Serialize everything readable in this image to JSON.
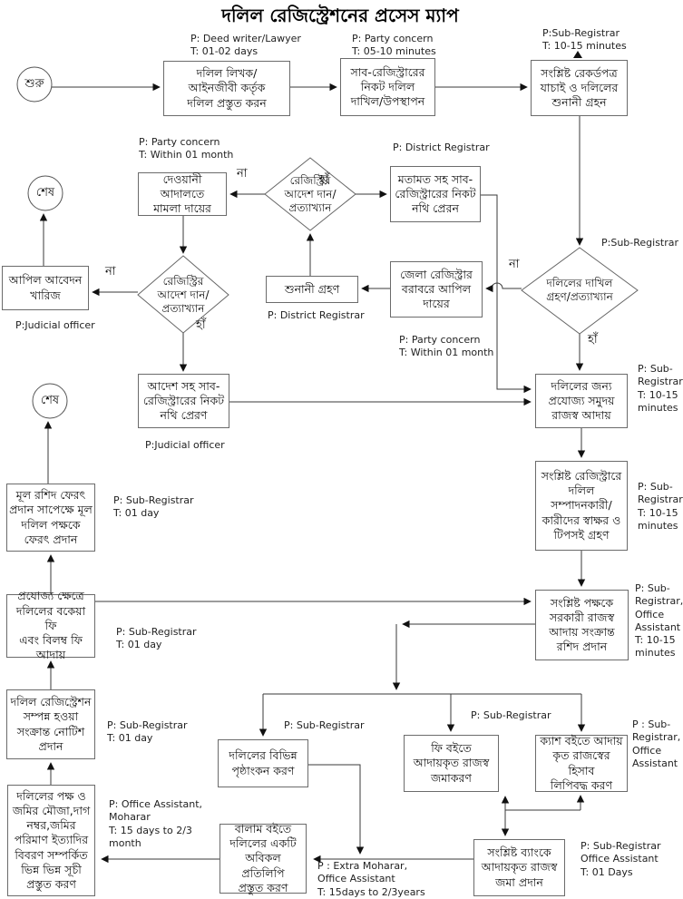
{
  "title": "দলিল রেজিস্ট্রেশনের প্রসেস ম্যাপ",
  "yes": "হাঁ",
  "no": "না",
  "terminals": {
    "start": "শুরু",
    "end": "শেষ"
  },
  "boxes": {
    "prepare": "দলিল লিখক/\nআইনজীবী কর্তৃক\nদলিল প্রস্তুত করন",
    "submit": "সাব-রেজিস্ট্রারের\nনিকট দলিল\nদাখিল/উপস্থাপন",
    "verify": "সংশ্লিষ্ট রেকর্ডপত্র\nযাচাই ও দলিলের\nশুনানী গ্রহন",
    "civil_court": "দেওয়ানী আদালতে\nমামলা দায়ের",
    "opinion_send": "মতামত সহ সাব-\nরেজিস্ট্রারের নিকট\nনথি প্রেরন",
    "appeal_reject": "আপিল আবেদন\nখারিজ",
    "hearing": "শুনানী গ্রহণ",
    "district_appeal": "জেলা রেজিস্ট্রার\nবরাবরে আপিল\nদায়ের",
    "order_send": "আদেশ সহ সাব-\nরেজিস্ট্রারের নিকট\nনথি প্রেরণ",
    "revenue_collect": "দলিলের জন্য\nপ্রযোজ্য সমুদয়\nরাজস্ব আদায়",
    "signature": "সংশ্লিষ্ট রেজিস্ট্রারে\nদলিল\nসম্পাদনকারী/\nকারীদের স্বাক্ষর ও\nটিপসই গ্রহণ",
    "return_deed": "মূল রশিদ ফেরৎ\nপ্রদান সাপেক্ষে মূল\nদলিল পক্ষকে\nফেরৎ প্রদান",
    "due_fee": "প্রযোজ্য ক্ষেত্রে\nদলিলের বকেয়া ফি\nএবং বিলম্ব ফি\nআদায়",
    "receipt": "সংশ্লিষ্ট পক্ষকে\nসরকারী রাজস্ব\nআদায় সংক্রান্ত\nরশিদ প্রদান",
    "notice": "দলিল রেজিস্ট্রেশন\nসম্পন্ন হওয়া\nসংক্রান্ত নোটিশ\nপ্রদান",
    "endorsement": "দলিলের বিভিন্ন\nপৃষ্ঠাংকন করণ",
    "fee_book": "ফি বইতে\nআদায়কৃত রাজস্ব\nজমাকরণ",
    "cash_book": "ক্যাশ বইতে আদায়\nকৃত রাজস্বের হিসাব\nলিপিবদ্ধ করণ",
    "index_prepare": "দলিলের পক্ষ ও\nজমির মৌজা,দাগ\nনম্বর,জমির\nপরিমাণ ইত্যাদির\nবিবরণ সম্পর্কিত\nভিন্ন ভিন্ন সূচী\nপ্রস্তুত করণ",
    "balam_copy": "বালাম বইতে\nদলিলের একটি\nঅবিকল প্রতিলিপি\nপ্রস্তুত করণ",
    "bank_deposit": "সংশ্লিষ্ট ব্যাংকে\nআদায়কৃত রাজস্ব\nজমা প্রদান"
  },
  "decisions": {
    "registry_order_1": "রেজিস্ট্রির\nআদেশ দান/\nপ্রত্যাখ্যান",
    "registry_order_2": "রেজিস্ট্রির\nআদেশ দান/\nপ্রত্যাখ্যান",
    "deed_accept": "দলিলের দাখিল\nগ্রহণ/প্রত্যাখ্যান"
  },
  "annotations": {
    "a1": "P: Deed writer/Lawyer\nT: 01-02 days",
    "a2": "P: Party concern\nT: 05-10 minutes",
    "a3": "P:Sub-Registrar\nT: 10-15 minutes",
    "a4": "P: Party concern\nT: Within 01 month",
    "a5": "P: District Registrar",
    "a6": "P:Sub-Registrar",
    "a7": "P:Judicial officer",
    "a8": "P: District Registrar",
    "a9": "P: Party concern\nT: Within 01 month",
    "a10": "P:Judicial officer",
    "a11": "P: Sub-\nRegistrar\nT: 10-15\nminutes",
    "a12": "P: Sub-\nRegistrar\nT: 10-15\nminutes",
    "a13": "P: Sub-Registrar\nT: 01 day",
    "a14": "P: Sub-Registrar\nT: 01 day",
    "a15": "P: Sub-\nRegistrar,\nOffice\nAssistant\nT: 10-15\nminutes",
    "a16": "P: Sub-Registrar\nT: 01 day",
    "a17": "P: Sub-Registrar",
    "a18": "P: Sub-Registrar",
    "a19": "P : Sub-\nRegistrar,\nOffice\nAssistant",
    "a20": "P: Office Assistant,\nMoharar\nT: 15 days to 2/3\nmonth",
    "a21": "P : Extra Moharar,\nOffice Assistant\nT: 15days to 2/3years",
    "a22": "P: Sub-Registrar\nOffice Assistant\nT: 01 Days"
  }
}
